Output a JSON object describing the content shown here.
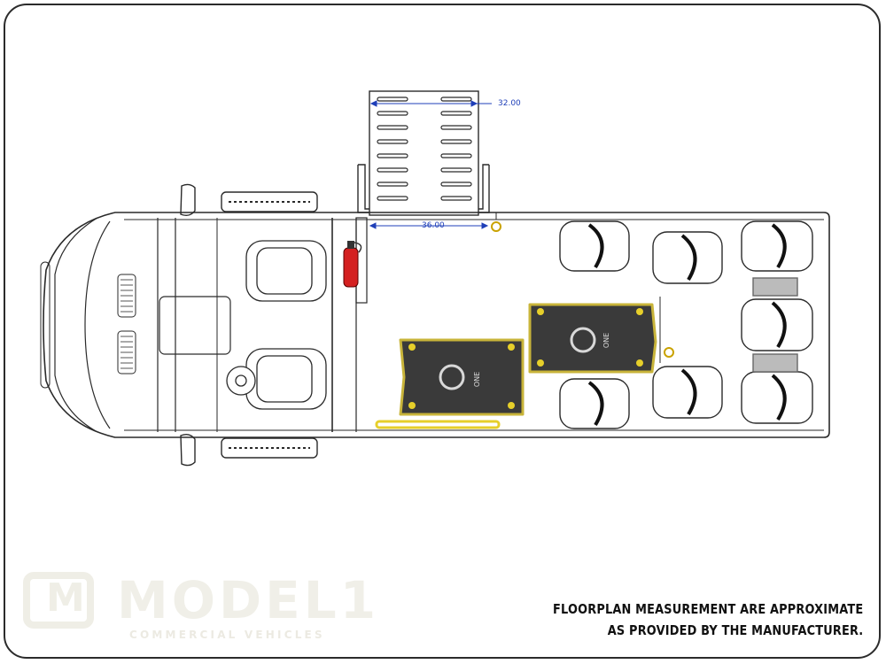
{
  "dimensions": {
    "ramp_width": "32.00",
    "door_opening": "36.00"
  },
  "notice": {
    "line1": "FLOORPLAN MEASUREMENT ARE APPROXIMATE",
    "line2": "AS PROVIDED BY THE MANUFACTURER."
  },
  "logo": {
    "mark": "M",
    "word": "MODEL",
    "numeral": "1",
    "subtitle": "COMMERCIAL VEHICLES"
  },
  "securement_labels": [
    "ONE",
    "ONE"
  ],
  "colors": {
    "outline": "#2a2a2a",
    "dimension": "#1f3fb8",
    "securement_plate": "#3a3a3a",
    "securement_trim": "#c8b43a",
    "extinguisher": "#d42020",
    "handrail": "#e6cf2a"
  }
}
